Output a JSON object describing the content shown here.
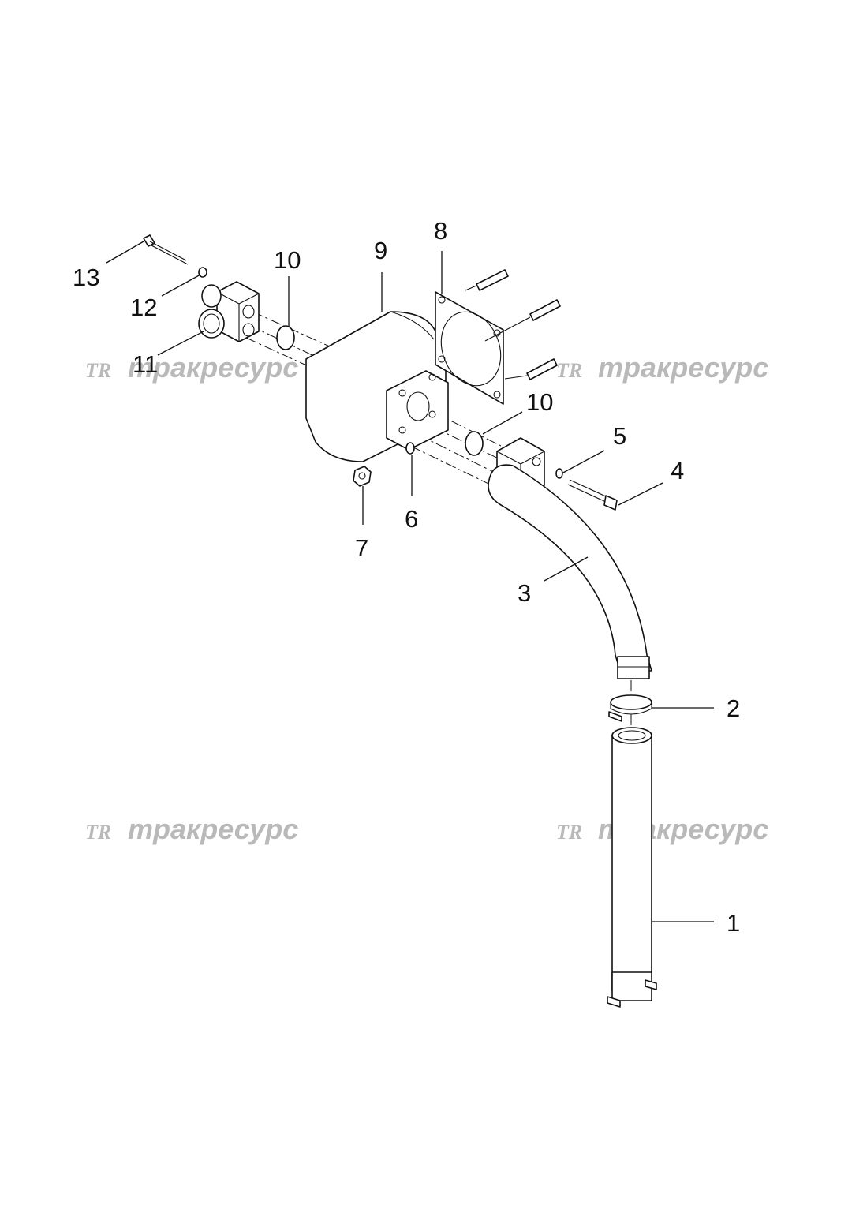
{
  "watermark": {
    "logo": "TR",
    "text": "тракресурс"
  },
  "callouts": {
    "c1": "1",
    "c2": "2",
    "c3": "3",
    "c4": "4",
    "c5": "5",
    "c6": "6",
    "c7": "7",
    "c8": "8",
    "c9": "9",
    "c10a": "10",
    "c10b": "10",
    "c11": "11",
    "c12": "12",
    "c13": "13"
  }
}
